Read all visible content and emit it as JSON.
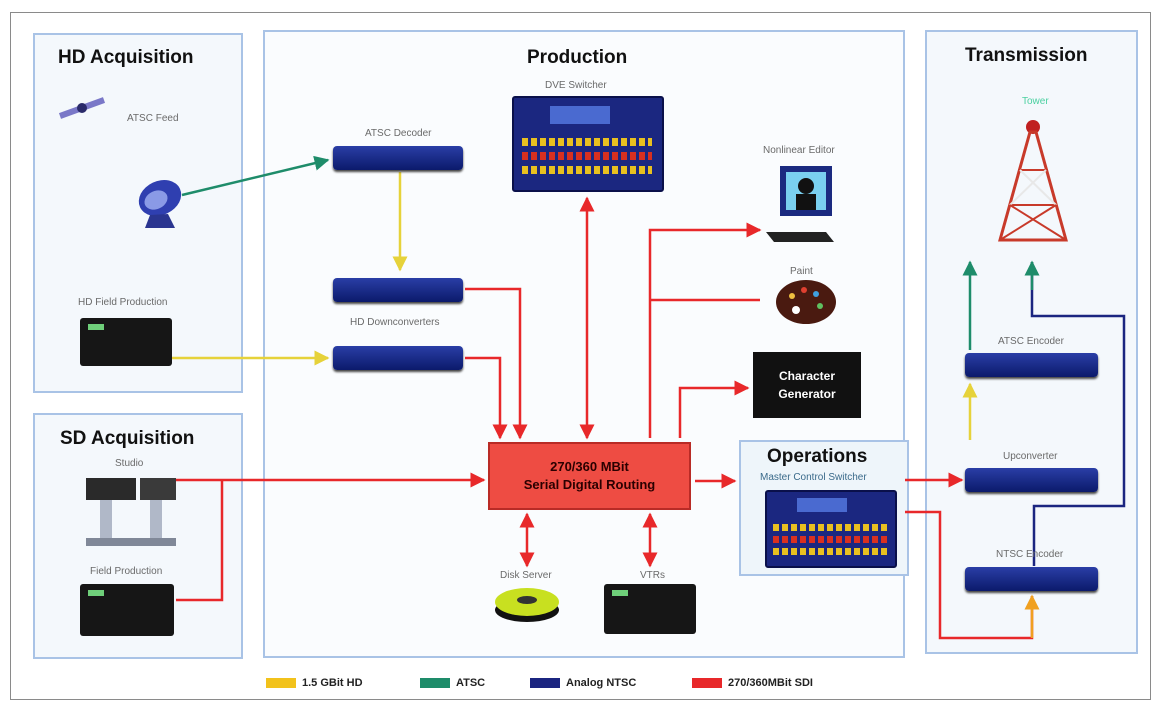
{
  "panels": {
    "hd_acquisition": "HD Acquisition",
    "production": "Production",
    "transmission": "Transmission",
    "sd_acquisition": "SD Acquisition",
    "operations": "Operations"
  },
  "labels": {
    "atsc_feed": "ATSC Feed",
    "hd_field_production": "HD Field Production",
    "atsc_decoder": "ATSC Decoder",
    "hd_downconverters": "HD Downconverters",
    "dve_switcher": "DVE Switcher",
    "nonlinear_editor": "Nonlinear Editor",
    "paint": "Paint",
    "character_generator_1": "Character",
    "character_generator_2": "Generator",
    "routing_1": "270/360 MBit",
    "routing_2": "Serial Digital Routing",
    "master_control_switcher": "Master Control Switcher",
    "disk_server": "Disk Server",
    "vtrs": "VTRs",
    "studio": "Studio",
    "field_production": "Field Production",
    "atsc_encoder": "ATSC Encoder",
    "upconverter": "Upconverter",
    "ntsc_encoder": "NTSC Encoder",
    "tower": "Tower"
  },
  "legend": [
    {
      "label": "1.5 GBit HD",
      "color": "#f2c21b"
    },
    {
      "label": "ATSC",
      "color": "#1e8c6a"
    },
    {
      "label": "Analog NTSC",
      "color": "#1b2580"
    },
    {
      "label": "270/360MBit SDI",
      "color": "#e8282a"
    }
  ]
}
